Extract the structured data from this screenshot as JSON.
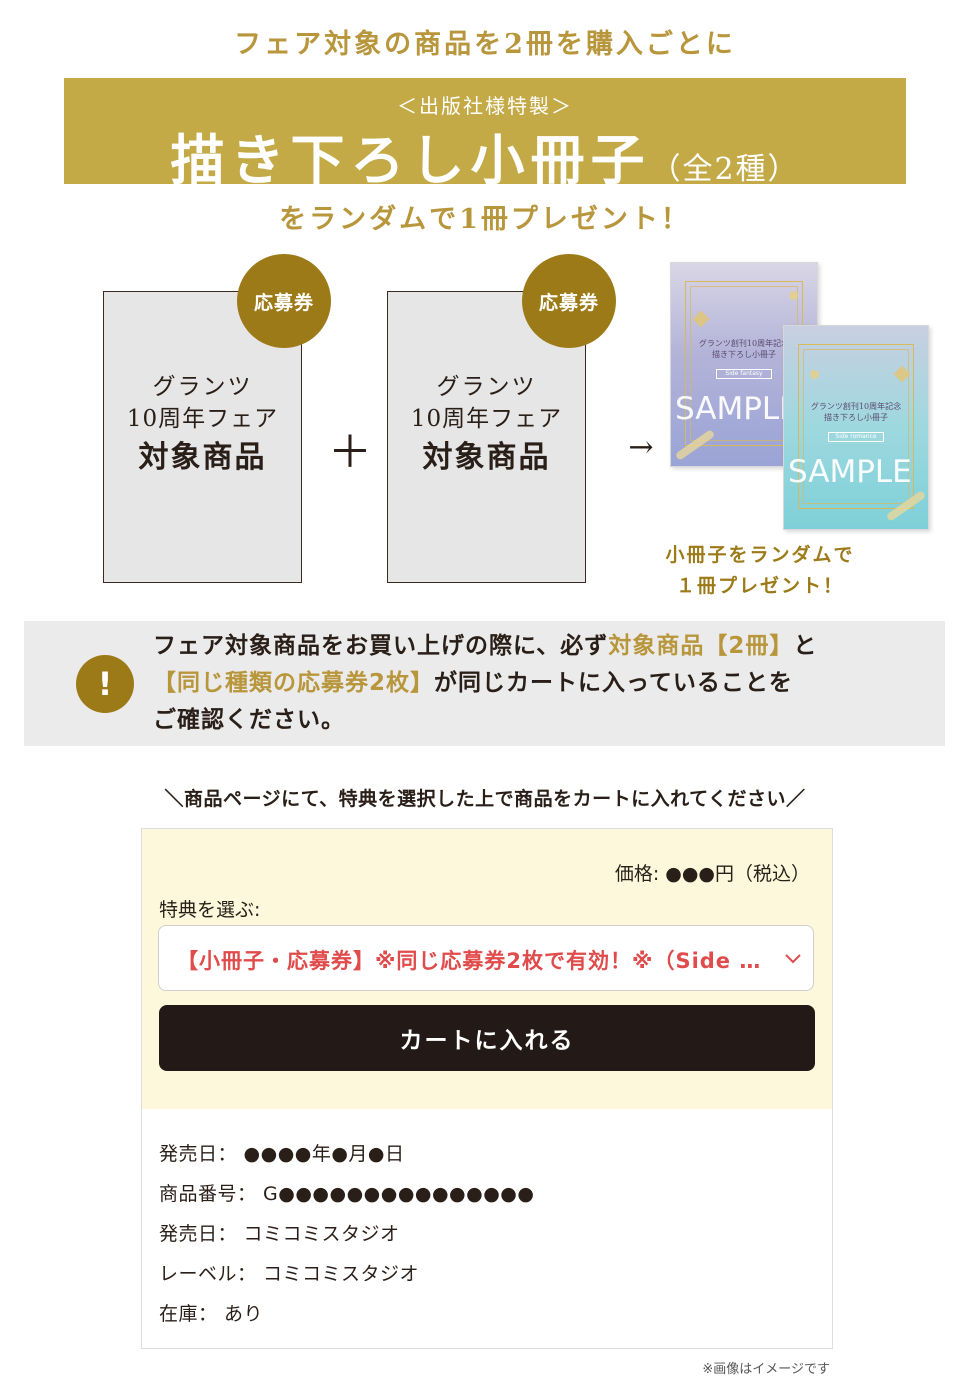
{
  "header": {
    "top_line": "フェア対象の商品を2冊を購入ごとに",
    "banner_sub": "＜出版社様特製＞",
    "banner_main": "描き下ろし小冊子",
    "banner_count": "（全2種）",
    "present_line": "をランダムで1冊プレゼント！"
  },
  "products": [
    {
      "line1": "グランツ",
      "line2": "10周年フェア",
      "line3": "対象商品",
      "ticket": "応募券"
    },
    {
      "line1": "グランツ",
      "line2": "10周年フェア",
      "line3": "対象商品",
      "ticket": "応募券"
    }
  ],
  "symbols": {
    "plus": "＋",
    "arrow": "→"
  },
  "booklets": [
    {
      "title_line1": "グランツ創刊10周年記念",
      "title_line2": "描き下ろし小冊子",
      "chip": "Side fantasy",
      "watermark": "SAMPLE"
    },
    {
      "title_line1": "グランツ創刊10周年記念",
      "title_line2": "描き下ろし小冊子",
      "chip": "Side romance",
      "watermark": "SAMPLE"
    }
  ],
  "caption": {
    "line1": "小冊子をランダムで",
    "line2": "１冊プレゼント！"
  },
  "notice": {
    "icon": "!",
    "part1": "フェア対象商品をお買い上げの際に、必ず",
    "highlight1": "対象商品【2冊】",
    "part2": "と",
    "highlight2": "【同じ種類の応募券2枚】",
    "part3": "が同じカートに入っていることを",
    "part4": "ご確認ください。"
  },
  "instruction": "＼商品ページにて、特典を選択した上で商品をカートに入れてください／",
  "cart": {
    "price": "価格: ●●●円（税込）",
    "select_label": "特典を選ぶ:",
    "select_value": "【小冊子・応募券】※同じ応募券2枚で有効！※（Side …",
    "button": "カートに入れる"
  },
  "details": [
    "発売日： ●●●●年●月●日",
    "商品番号： G●●●●●●●●●●●●●●●",
    "発売日： コミコミスタジオ",
    "レーベル： コミコミスタジオ",
    "在庫： あり"
  ],
  "footnote": "※画像はイメージです",
  "colors": {
    "gold": "#b8963c",
    "banner": "#c4aa47",
    "ticket": "#9c7a17",
    "button": "#231a17",
    "select_text": "#e04b4b",
    "panel_bg": "#fdf7dc"
  }
}
